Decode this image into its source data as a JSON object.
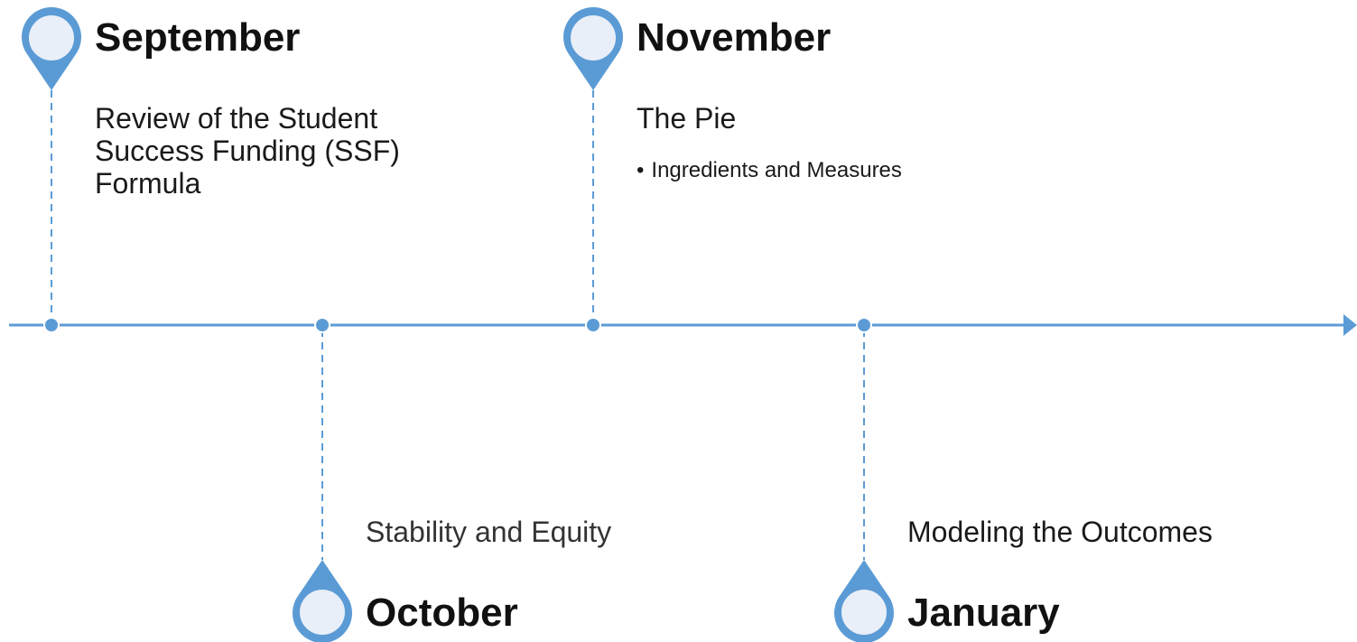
{
  "colors": {
    "accent": "#5b9bd5",
    "marker_fill": "#e9eff8",
    "line": "#5b9bd5"
  },
  "milestones": [
    {
      "month": "September",
      "description": "Review of the Student Success Funding (SSF) Formula",
      "bullets": []
    },
    {
      "month": "October",
      "description": "Stability and Equity",
      "bullets": []
    },
    {
      "month": "November",
      "description": "The Pie",
      "bullets": [
        "Ingredients and Measures"
      ]
    },
    {
      "month": "January",
      "description": "Modeling the Outcomes",
      "bullets": []
    }
  ]
}
